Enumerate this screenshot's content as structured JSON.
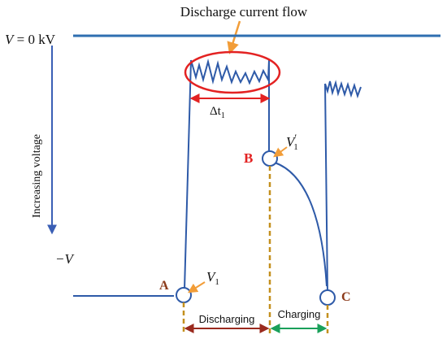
{
  "title": "Discharge current flow",
  "labels": {
    "v_zero_prefix": "V",
    "v_zero_suffix": " = 0 kV",
    "neg_v": "−V",
    "increasing_voltage": "Increasing voltage",
    "delta_t": "Δt",
    "delta_t_sub": "1",
    "v1_base": "V",
    "v1_sub": "1",
    "v1p_base": "V",
    "v1p_prime": "′",
    "v1p_sub": "1",
    "point_a": "A",
    "point_b": "B",
    "point_c": "C",
    "discharging": "Discharging",
    "charging": "Charging"
  },
  "colors": {
    "trace": "#2e5aa8",
    "top_line": "#2f6fb0",
    "highlight": "#e32222",
    "pointer": "#f29d38",
    "label_red": "#e32222",
    "label_brown": "#8b3a1a",
    "charging_arrow": "#1aa05a",
    "dashed": "#c4901e"
  }
}
